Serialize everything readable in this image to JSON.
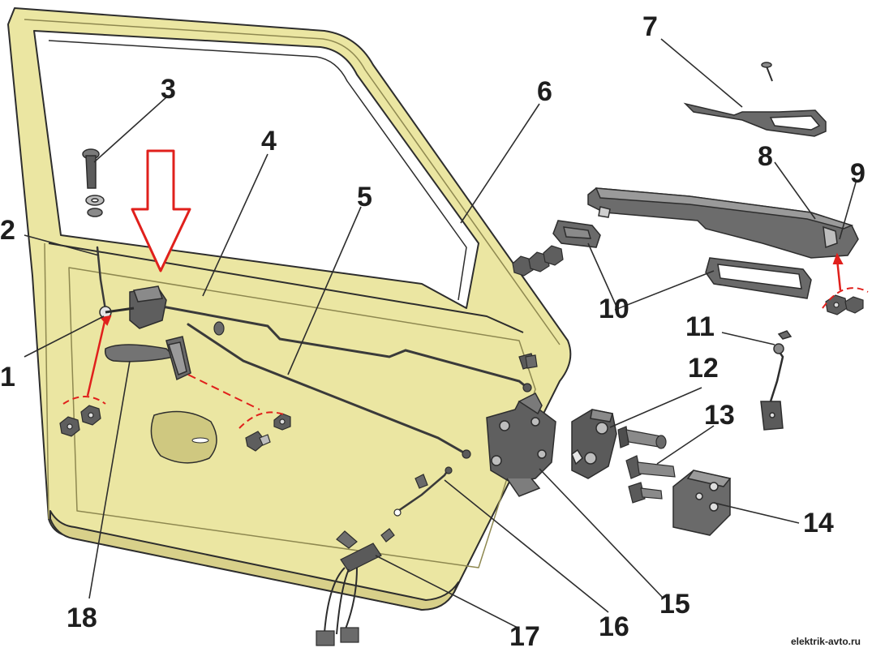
{
  "callouts": [
    "1",
    "2",
    "3",
    "4",
    "5",
    "6",
    "7",
    "8",
    "9",
    "10",
    "11",
    "12",
    "13",
    "14",
    "15",
    "16",
    "17",
    "18"
  ],
  "watermark": "elektrik-avto.ru",
  "colors": {
    "door": "#ebe6a2",
    "door_edge": "#d8d08a",
    "outline": "#2d2d2d",
    "part": "#6e6e6e",
    "part_dark": "#4a4a4a",
    "arrow": "#e0201c"
  },
  "icons": [
    "down-arrow-icon"
  ]
}
